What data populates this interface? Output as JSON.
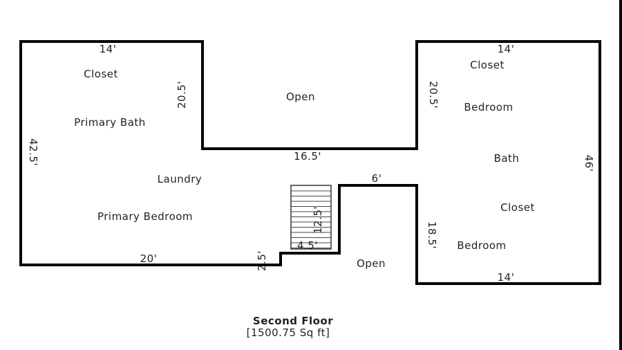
{
  "title": "Second Floor",
  "area": "[1500.75 Sq ft]",
  "rooms": {
    "closet_left": "Closet",
    "primary_bath": "Primary Bath",
    "laundry": "Laundry",
    "primary_bedroom": "Primary Bedroom",
    "open_top": "Open",
    "open_bottom": "Open",
    "closet_right_top": "Closet",
    "bedroom_right_top": "Bedroom",
    "bath_right": "Bath",
    "closet_right_bottom": "Closet",
    "bedroom_right_bottom": "Bedroom"
  },
  "dimensions": {
    "left_top": "14'",
    "left_inner": "20.5'",
    "left_side": "42.5'",
    "left_bottom": "20'",
    "step": "2.5'",
    "middle": "16.5'",
    "stair_length": "12.5'",
    "stair_width": "4.5'",
    "notch": "6'",
    "right_top": "14'",
    "right_inner_top": "20.5'",
    "right_side": "46'",
    "right_inner_bottom": "18.5'",
    "right_bottom": "14'"
  }
}
